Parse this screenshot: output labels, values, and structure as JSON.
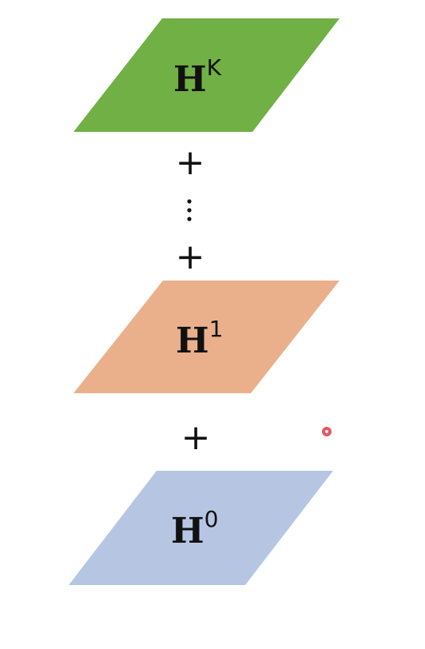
{
  "layers": [
    {
      "base": "H",
      "superscript": "K",
      "color": "#71b045"
    },
    {
      "base": "H",
      "superscript": "1",
      "color": "#eab08c"
    },
    {
      "base": "H",
      "superscript": "0",
      "color": "#b6c6e2"
    }
  ],
  "operators": {
    "plus": "+",
    "ellipsis": "⋮"
  },
  "cursor_marker_color": "#e8444f"
}
